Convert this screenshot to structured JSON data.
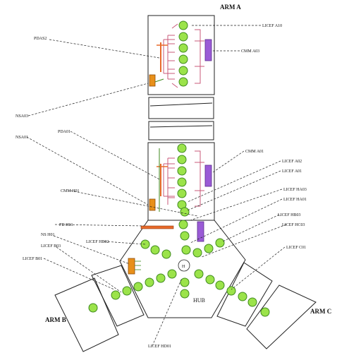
{
  "diagram": {
    "arm_labels": {
      "arm_a": "ARM A",
      "arm_b": "ARM B",
      "arm_c": "ARM C",
      "hub": "HUB",
      "hub_marker": "H"
    },
    "labels": {
      "licef_a10": "LICEF A10",
      "cmm_a03": "CMM A03",
      "pdas2": "PDAS2",
      "nsa03": "NSA03",
      "nsa01": "NSA01",
      "pda01": "PDA01",
      "cmm_a01": "CMM A01",
      "licef_a02": "LICEF A02",
      "licef_a01": "LICEF A01",
      "licef_ha03": "LICEF HA03",
      "licef_ha01": "LICEF HA01",
      "cmm_h01": "CMM H01",
      "licef_hb03": "LICEF HB03",
      "licef_hc03": "LICEF HC03",
      "pd_h01": "PD H01",
      "ns_h01": "NS H01",
      "licef_hb02": "LICEF HB02",
      "licef_b03": "LICEF B03",
      "licef_c01": "LICEF C01",
      "licef_b01": "LICEF B01",
      "licef_hd01": "LICEF HD01"
    },
    "colors": {
      "node_fill": "#9be34a",
      "node_stroke": "#3f8a1e",
      "cmm": "#9a5bd6",
      "pda": "#e86a2a",
      "ns": "#e8901a",
      "wire": "#c8587a"
    }
  }
}
